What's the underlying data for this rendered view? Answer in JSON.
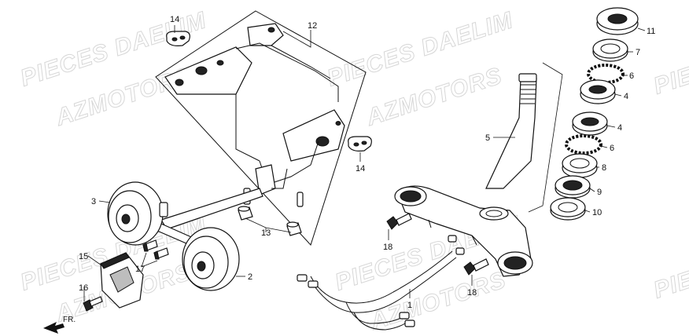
{
  "watermarks": [
    "PIECES DAELIM",
    "AZMOTORS",
    "PIECES DAELIM",
    "AZMOTORS",
    "PIECES DAELIM",
    "AZMOTORS",
    "PIECES DAELIM",
    "AZMOTORS",
    "PIE",
    "PIE"
  ],
  "direction_label": "FR.",
  "callouts": [
    "14",
    "12",
    "14",
    "13",
    "3",
    "15",
    "17",
    "16",
    "2",
    "5",
    "18",
    "18",
    "1",
    "11",
    "7",
    "6",
    "4",
    "4",
    "6",
    "8",
    "9",
    "10"
  ]
}
